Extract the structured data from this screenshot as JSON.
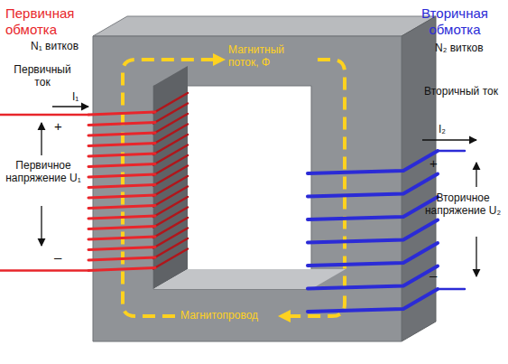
{
  "diagram": {
    "nodes": [
      {
        "text": [
          "Магнитный поток, Φ",
          "Магнитопровод"
        ]
      }
    ],
    "labels": [
      "Первичная обмотка",
      "N₁ витков",
      "Первичный ток",
      "I₁",
      "+",
      "Первичное напряжение U₁",
      "–",
      "Вторичная обмотка",
      "N₂ витков",
      "Вторичный ток",
      "I₂",
      "+",
      "Вторичное напряжение U₂",
      "–"
    ]
  }
}
